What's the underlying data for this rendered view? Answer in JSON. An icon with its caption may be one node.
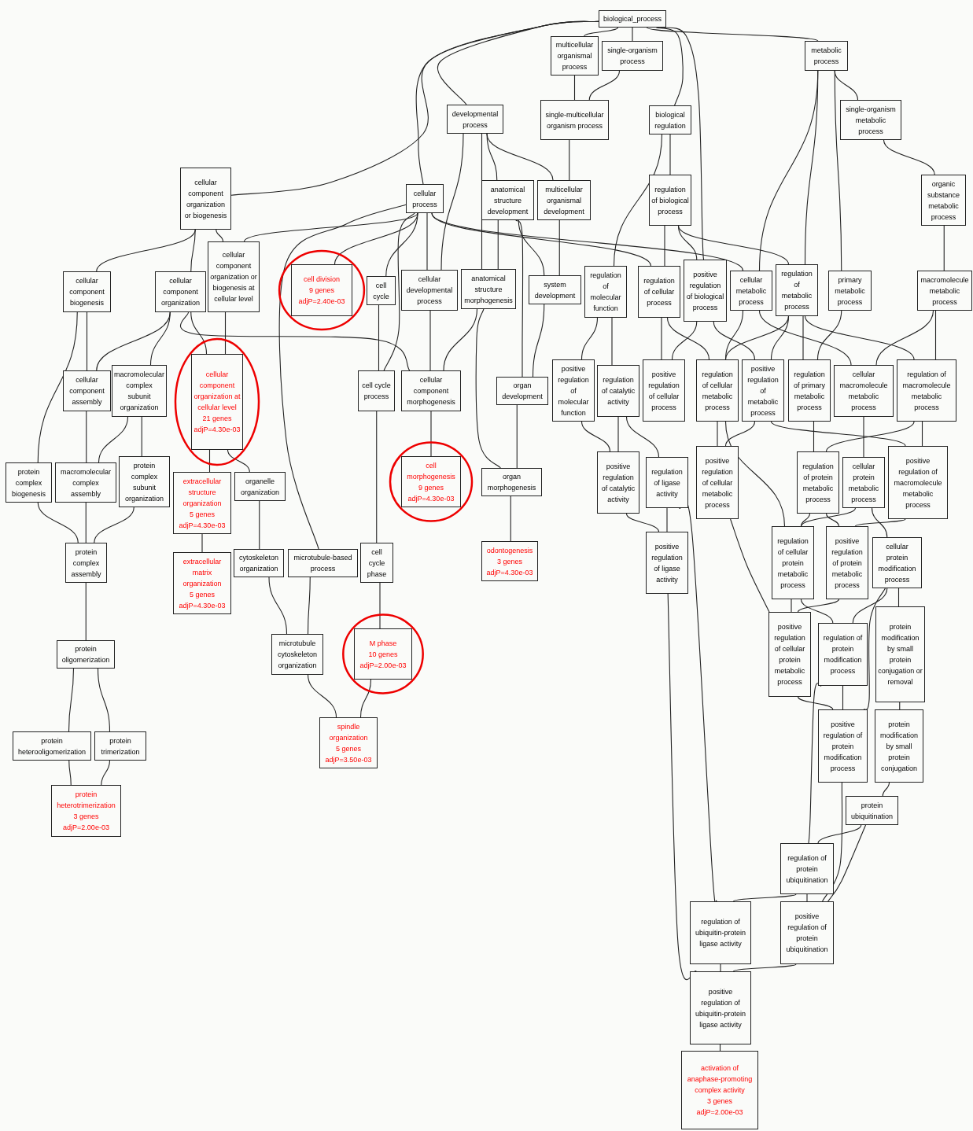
{
  "diagram": {
    "nodes": [
      {
        "text": [
          "biological_process"
        ]
      },
      {
        "text": [
          "multicellular organismal process"
        ]
      },
      {
        "text": [
          "single-organism process"
        ]
      },
      {
        "text": [
          "metabolic process"
        ]
      },
      {
        "text": [
          "developmental process"
        ]
      },
      {
        "text": [
          "single-multicellular organism process"
        ]
      },
      {
        "text": [
          "biological regulation"
        ]
      },
      {
        "text": [
          "single-organism metabolic process"
        ]
      },
      {
        "text": [
          "cellular component organization or biogenesis"
        ]
      },
      {
        "text": [
          "cellular process"
        ]
      },
      {
        "text": [
          "anatomical structure development"
        ]
      },
      {
        "text": [
          "multicellular organismal development"
        ]
      },
      {
        "text": [
          "regulation of biological process"
        ]
      },
      {
        "text": [
          "organic substance metabolic process"
        ]
      },
      {
        "text": [
          "cellular component organization or biogenesis at cellular level"
        ]
      },
      {
        "text": [
          "cell division",
          "9 genes",
          "adjP=2.40e-03"
        ]
      },
      {
        "text": [
          "cellular component biogenesis"
        ]
      },
      {
        "text": [
          "cellular component organization"
        ]
      },
      {
        "text": [
          "cell cycle"
        ]
      },
      {
        "text": [
          "cellular developmental process"
        ]
      },
      {
        "text": [
          "anatomical structure morphogenesis"
        ]
      },
      {
        "text": [
          "system development"
        ]
      },
      {
        "text": [
          "regulation of molecular function"
        ]
      },
      {
        "text": [
          "regulation of cellular process"
        ]
      },
      {
        "text": [
          "positive regulation of biological process"
        ]
      },
      {
        "text": [
          "cellular metabolic process"
        ]
      },
      {
        "text": [
          "regulation of metabolic process"
        ]
      },
      {
        "text": [
          "primary metabolic process"
        ]
      },
      {
        "text": [
          "macromolecule metabolic process"
        ]
      },
      {
        "text": [
          "cellular component organization at cellular level",
          "21 genes",
          "adjP=4.30e-03"
        ]
      },
      {
        "text": [
          "cellular component assembly"
        ]
      },
      {
        "text": [
          "macromolecular complex subunit organization"
        ]
      },
      {
        "text": [
          "cell cycle process"
        ]
      },
      {
        "text": [
          "cellular component morphogenesis"
        ]
      },
      {
        "text": [
          "organ development"
        ]
      },
      {
        "text": [
          "positive regulation of molecular function"
        ]
      },
      {
        "text": [
          "regulation of catalytic activity"
        ]
      },
      {
        "text": [
          "positive regulation of cellular process"
        ]
      },
      {
        "text": [
          "regulation of cellular metabolic process"
        ]
      },
      {
        "text": [
          "positive regulation of metabolic process"
        ]
      },
      {
        "text": [
          "regulation of primary metabolic process"
        ]
      },
      {
        "text": [
          "cellular macromolecule metabolic process"
        ]
      },
      {
        "text": [
          "regulation of macromolecule metabolic process"
        ]
      },
      {
        "text": [
          "extracellular structure organization",
          "5 genes",
          "adjP=4.30e-03"
        ]
      },
      {
        "text": [
          "protein complex biogenesis"
        ]
      },
      {
        "text": [
          "macromolecular complex assembly"
        ]
      },
      {
        "text": [
          "protein complex subunit organization"
        ]
      },
      {
        "text": [
          "organelle organization"
        ]
      },
      {
        "text": [
          "cell morphogenesis",
          "9 genes",
          "adjP=4.30e-03"
        ]
      },
      {
        "text": [
          "organ morphogenesis"
        ]
      },
      {
        "text": [
          "positive regulation of catalytic activity"
        ]
      },
      {
        "text": [
          "regulation of ligase activity"
        ]
      },
      {
        "text": [
          "positive regulation of cellular metabolic process"
        ]
      },
      {
        "text": [
          "regulation of protein metabolic process"
        ]
      },
      {
        "text": [
          "cellular protein metabolic process"
        ]
      },
      {
        "text": [
          "positive regulation of macromolecule metabolic process"
        ]
      },
      {
        "text": [
          "extracellular matrix organization",
          "5 genes",
          "adjP=4.30e-03"
        ]
      },
      {
        "text": [
          "protein complex assembly"
        ]
      },
      {
        "text": [
          "cytoskeleton organization"
        ]
      },
      {
        "text": [
          "microtubule-based process"
        ]
      },
      {
        "text": [
          "cell cycle phase"
        ]
      },
      {
        "text": [
          "odontogenesis",
          "3 genes",
          "adjP=4.30e-03"
        ]
      },
      {
        "text": [
          "positive regulation of ligase activity"
        ]
      },
      {
        "text": [
          "regulation of cellular protein metabolic process"
        ]
      },
      {
        "text": [
          "positive regulation of protein metabolic process"
        ]
      },
      {
        "text": [
          "cellular protein modification process"
        ]
      },
      {
        "text": [
          "protein modification by small protein conjugation or removal"
        ]
      },
      {
        "text": [
          "protein oligomerization"
        ]
      },
      {
        "text": [
          "microtubule cytoskeleton organization"
        ]
      },
      {
        "text": [
          "M phase",
          "10 genes",
          "adjP=2.00e-03"
        ]
      },
      {
        "text": [
          "positive regulation of cellular protein metabolic process"
        ]
      },
      {
        "text": [
          "regulation of protein modification process"
        ]
      },
      {
        "text": [
          "spindle organization",
          "5 genes",
          "adjP=3.50e-03"
        ]
      },
      {
        "text": [
          "protein heterooligomerization"
        ]
      },
      {
        "text": [
          "protein trimerization"
        ]
      },
      {
        "text": [
          "positive regulation of protein modification process"
        ]
      },
      {
        "text": [
          "protein modification by small protein conjugation"
        ]
      },
      {
        "text": [
          "protein heterotrimerization",
          "3 genes",
          "adjP=2.00e-03"
        ]
      },
      {
        "text": [
          "protein ubiquitination"
        ]
      },
      {
        "text": [
          "regulation of protein ubiquitination"
        ]
      },
      {
        "text": [
          "regulation of ubiquitin-protein ligase activity"
        ]
      },
      {
        "text": [
          "positive regulation of protein ubiquitination"
        ]
      },
      {
        "text": [
          "positive regulation of ubiquitin-protein ligase activity"
        ]
      },
      {
        "text": [
          "activation of anaphase-promoting complex activity",
          "3 genes",
          "adjP=2.00e-03"
        ]
      }
    ],
    "edges": [
      {
        "from": 0,
        "to": 1,
        "arrow": "none"
      },
      {
        "from": 0,
        "to": 2,
        "arrow": "none"
      },
      {
        "from": 0,
        "to": 3,
        "arrow": "none"
      },
      {
        "from": 0,
        "to": 4,
        "arrow": "none"
      },
      {
        "from": 0,
        "to": 8,
        "arrow": "none"
      },
      {
        "from": 0,
        "to": 9,
        "arrow": "none"
      },
      {
        "from": 0,
        "to": 6,
        "arrow": "none"
      },
      {
        "from": 0,
        "to": 24,
        "arrow": "none"
      },
      {
        "from": 1,
        "to": 5,
        "arrow": "none"
      },
      {
        "from": 2,
        "to": 5,
        "arrow": "none"
      },
      {
        "from": 5,
        "to": 11,
        "arrow": "none"
      },
      {
        "from": 4,
        "to": 10,
        "arrow": "none"
      },
      {
        "from": 4,
        "to": 11,
        "arrow": "none"
      },
      {
        "from": 4,
        "to": 19,
        "arrow": "none"
      },
      {
        "from": 4,
        "to": 20,
        "arrow": "none"
      },
      {
        "from": 10,
        "to": 20,
        "arrow": "none"
      },
      {
        "from": 10,
        "to": 21,
        "arrow": "none"
      },
      {
        "from": 10,
        "to": 34,
        "arrow": "none"
      },
      {
        "from": 11,
        "to": 21,
        "arrow": "none"
      },
      {
        "from": 21,
        "to": 34,
        "arrow": "none"
      },
      {
        "from": 34,
        "to": 49,
        "arrow": "none"
      },
      {
        "from": 20,
        "to": 49,
        "arrow": "none"
      },
      {
        "from": 20,
        "to": 33,
        "arrow": "none"
      },
      {
        "from": 49,
        "to": 61,
        "arrow": "none"
      },
      {
        "from": 19,
        "to": 33,
        "arrow": "none"
      },
      {
        "from": 33,
        "to": 48,
        "arrow": "none"
      },
      {
        "from": 9,
        "to": 14,
        "arrow": "none"
      },
      {
        "from": 9,
        "to": 15,
        "arrow": "none"
      },
      {
        "from": 9,
        "to": 18,
        "arrow": "none"
      },
      {
        "from": 9,
        "to": 32,
        "arrow": "none"
      },
      {
        "from": 9,
        "to": 19,
        "arrow": "none"
      },
      {
        "from": 9,
        "to": 59,
        "arrow": "none"
      },
      {
        "from": 9,
        "to": 23,
        "arrow": "none"
      },
      {
        "from": 9,
        "to": 25,
        "arrow": "none"
      },
      {
        "from": 18,
        "to": 32,
        "arrow": "none"
      },
      {
        "from": 8,
        "to": 14,
        "arrow": "none"
      },
      {
        "from": 8,
        "to": 16,
        "arrow": "none"
      },
      {
        "from": 8,
        "to": 17,
        "arrow": "none"
      },
      {
        "from": 14,
        "to": 29,
        "arrow": "none"
      },
      {
        "from": 17,
        "to": 29,
        "arrow": "none"
      },
      {
        "from": 17,
        "to": 30,
        "arrow": "none"
      },
      {
        "from": 17,
        "to": 31,
        "arrow": "none"
      },
      {
        "from": 17,
        "to": 33,
        "arrow": "none"
      },
      {
        "from": 16,
        "to": 30,
        "arrow": "none"
      },
      {
        "from": 16,
        "to": 44,
        "arrow": "none"
      },
      {
        "from": 30,
        "to": 45,
        "arrow": "none"
      },
      {
        "from": 31,
        "to": 45,
        "arrow": "none"
      },
      {
        "from": 31,
        "to": 46,
        "arrow": "none"
      },
      {
        "from": 44,
        "to": 57,
        "arrow": "none"
      },
      {
        "from": 45,
        "to": 57,
        "arrow": "none"
      },
      {
        "from": 46,
        "to": 57,
        "arrow": "none"
      },
      {
        "from": 57,
        "to": 67,
        "arrow": "none"
      },
      {
        "from": 67,
        "to": 73,
        "arrow": "none"
      },
      {
        "from": 67,
        "to": 74,
        "arrow": "none"
      },
      {
        "from": 73,
        "to": 77,
        "arrow": "none"
      },
      {
        "from": 74,
        "to": 77,
        "arrow": "none"
      },
      {
        "from": 29,
        "to": 43,
        "arrow": "none"
      },
      {
        "from": 29,
        "to": 47,
        "arrow": "none"
      },
      {
        "from": 43,
        "to": 56,
        "arrow": "none"
      },
      {
        "from": 47,
        "to": 58,
        "arrow": "none"
      },
      {
        "from": 58,
        "to": 68,
        "arrow": "none"
      },
      {
        "from": 59,
        "to": 68,
        "arrow": "none"
      },
      {
        "from": 68,
        "to": 72,
        "arrow": "none"
      },
      {
        "from": 69,
        "to": 72,
        "arrow": "none"
      },
      {
        "from": 32,
        "to": 60,
        "arrow": "none"
      },
      {
        "from": 60,
        "to": 69,
        "arrow": "none"
      },
      {
        "from": 3,
        "to": 7,
        "arrow": "none"
      },
      {
        "from": 7,
        "to": 13,
        "arrow": "none"
      },
      {
        "from": 13,
        "to": 28,
        "arrow": "none"
      },
      {
        "from": 3,
        "to": 25,
        "arrow": "none"
      },
      {
        "from": 3,
        "to": 26,
        "arrow": "none"
      },
      {
        "from": 3,
        "to": 27,
        "arrow": "none"
      },
      {
        "from": 6,
        "to": 12,
        "arrow": "none"
      },
      {
        "from": 6,
        "to": 22,
        "arrow": "none"
      },
      {
        "from": 12,
        "to": 23,
        "arrow": "none"
      },
      {
        "from": 12,
        "to": 24,
        "arrow": "none"
      },
      {
        "from": 12,
        "to": 26,
        "arrow": "none"
      },
      {
        "from": 22,
        "to": 35,
        "arrow": "none"
      },
      {
        "from": 22,
        "to": 36,
        "arrow": "none"
      },
      {
        "from": 36,
        "to": 50,
        "arrow": "none"
      },
      {
        "from": 36,
        "to": 51,
        "arrow": "none"
      },
      {
        "from": 35,
        "to": 50,
        "arrow": "none"
      },
      {
        "from": 50,
        "to": 62,
        "arrow": "none"
      },
      {
        "from": 51,
        "to": 62,
        "arrow": "none"
      },
      {
        "from": 23,
        "to": 37,
        "arrow": "none"
      },
      {
        "from": 23,
        "to": 38,
        "arrow": "none"
      },
      {
        "from": 24,
        "to": 37,
        "arrow": "none"
      },
      {
        "from": 24,
        "to": 39,
        "arrow": "none"
      },
      {
        "from": 25,
        "to": 38,
        "arrow": "none"
      },
      {
        "from": 25,
        "to": 41,
        "arrow": "none"
      },
      {
        "from": 26,
        "to": 38,
        "arrow": "none"
      },
      {
        "from": 26,
        "to": 39,
        "arrow": "none"
      },
      {
        "from": 26,
        "to": 40,
        "arrow": "none"
      },
      {
        "from": 26,
        "to": 42,
        "arrow": "none"
      },
      {
        "from": 27,
        "to": 40,
        "arrow": "none"
      },
      {
        "from": 28,
        "to": 41,
        "arrow": "none"
      },
      {
        "from": 28,
        "to": 42,
        "arrow": "none"
      },
      {
        "from": 38,
        "to": 52,
        "arrow": "none"
      },
      {
        "from": 39,
        "to": 52,
        "arrow": "none"
      },
      {
        "from": 39,
        "to": 55,
        "arrow": "none"
      },
      {
        "from": 40,
        "to": 53,
        "arrow": "none"
      },
      {
        "from": 42,
        "to": 53,
        "arrow": "none"
      },
      {
        "from": 42,
        "to": 55,
        "arrow": "none"
      },
      {
        "from": 41,
        "to": 54,
        "arrow": "none"
      },
      {
        "from": 38,
        "to": 63,
        "arrow": "none"
      },
      {
        "from": 52,
        "to": 70,
        "arrow": "none"
      },
      {
        "from": 53,
        "to": 63,
        "arrow": "none"
      },
      {
        "from": 53,
        "to": 64,
        "arrow": "none"
      },
      {
        "from": 54,
        "to": 63,
        "arrow": "none"
      },
      {
        "from": 54,
        "to": 65,
        "arrow": "none"
      },
      {
        "from": 55,
        "to": 64,
        "arrow": "none"
      },
      {
        "from": 63,
        "to": 70,
        "arrow": "none"
      },
      {
        "from": 63,
        "to": 71,
        "arrow": "none"
      },
      {
        "from": 64,
        "to": 70,
        "arrow": "none"
      },
      {
        "from": 65,
        "to": 71,
        "arrow": "none"
      },
      {
        "from": 65,
        "to": 66,
        "arrow": "none"
      },
      {
        "from": 65,
        "to": 75,
        "arrow": "none"
      },
      {
        "from": 66,
        "to": 76,
        "arrow": "none"
      },
      {
        "from": 71,
        "to": 75,
        "arrow": "none"
      },
      {
        "from": 70,
        "to": 75,
        "arrow": "none"
      },
      {
        "from": 71,
        "to": 79,
        "arrow": "none"
      },
      {
        "from": 75,
        "to": 81,
        "arrow": "none"
      },
      {
        "from": 76,
        "to": 78,
        "arrow": "none"
      },
      {
        "from": 78,
        "to": 79,
        "arrow": "none"
      },
      {
        "from": 78,
        "to": 81,
        "arrow": "none"
      },
      {
        "from": 79,
        "to": 81,
        "arrow": "none"
      },
      {
        "from": 79,
        "to": 80,
        "arrow": "none"
      },
      {
        "from": 51,
        "to": 80,
        "arrow": "none"
      },
      {
        "from": 80,
        "to": 82,
        "arrow": "none"
      },
      {
        "from": 81,
        "to": 82,
        "arrow": "none"
      },
      {
        "from": 62,
        "to": 82,
        "arrow": "none"
      },
      {
        "from": 82,
        "to": 83,
        "arrow": "none"
      }
    ]
  }
}
